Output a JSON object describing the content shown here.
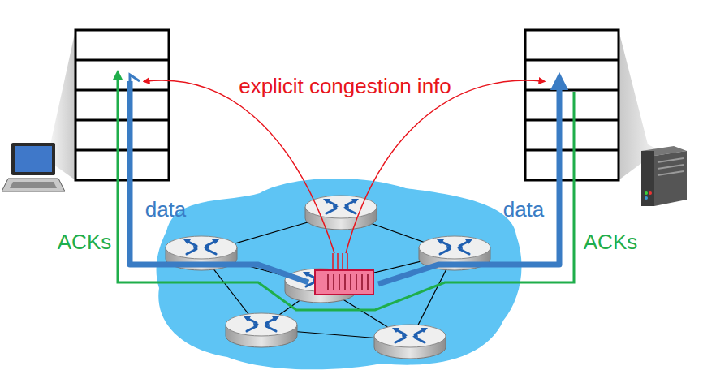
{
  "diagram": {
    "labels": [
      "explicit congestion info",
      "data",
      "data",
      "ACKs",
      "ACKs"
    ]
  }
}
